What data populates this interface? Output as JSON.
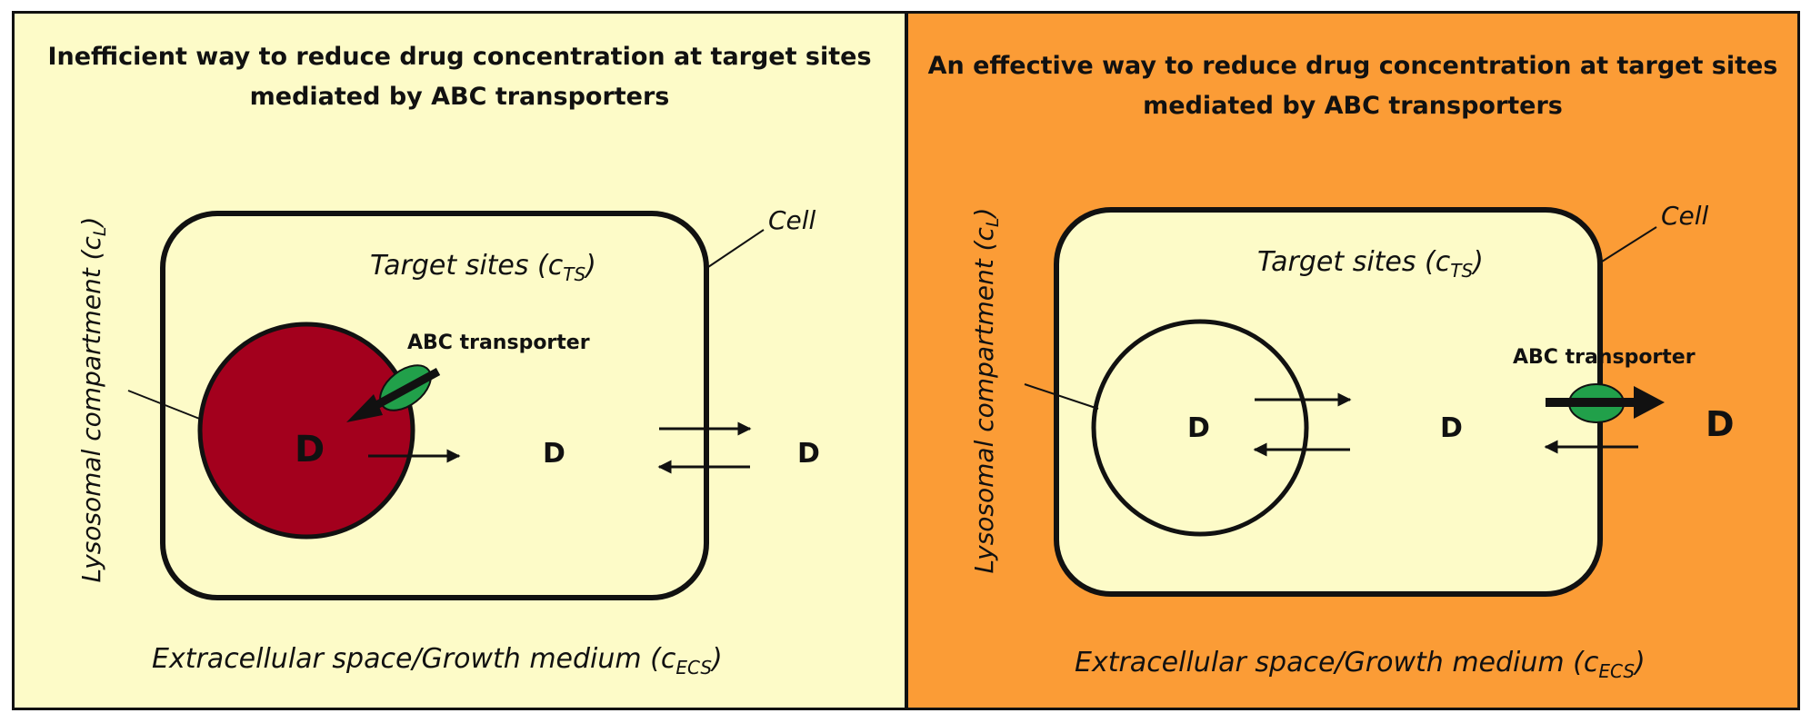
{
  "colors": {
    "left_panel_bg": "#fdfbc8",
    "right_panel_bg": "#fb9c36",
    "cell_fill": "#fdfbc8",
    "lysosome_fill_left": "#a3001d",
    "lysosome_fill_right": "#fdfbc8",
    "transporter_fill": "#21a04a",
    "outline": "#111111"
  },
  "panels": {
    "left": {
      "title_line1": "Inefficient way to reduce drug concentration at target sites",
      "title_line2": "mediated by ABC transporters",
      "cell_label": "Cell",
      "target_sites_label": "Target sites (c",
      "target_sites_sub": "TS",
      "target_sites_close": ")",
      "lysosomal_label": "Lysosomal compartment (c",
      "lysosomal_sub": "L",
      "lysosomal_close": ")",
      "transporter_label": "ABC transporter",
      "drug_lysosome": "D",
      "drug_cytosol": "D",
      "drug_extracellular": "D",
      "extracellular_label": "Extracellular space/Growth medium (c",
      "extracellular_sub": "ECS",
      "extracellular_close": ")"
    },
    "right": {
      "title_line1": "An effective way to reduce drug concentration at target sites",
      "title_line2": "mediated by ABC transporters",
      "cell_label": "Cell",
      "target_sites_label": "Target sites (c",
      "target_sites_sub": "TS",
      "target_sites_close": ")",
      "lysosomal_label": "Lysosomal compartment (c",
      "lysosomal_sub": "L",
      "lysosomal_close": ")",
      "transporter_label": "ABC transporter",
      "drug_lysosome": "D",
      "drug_cytosol": "D",
      "drug_extracellular": "D",
      "extracellular_label": "Extracellular space/Growth medium (c",
      "extracellular_sub": "ECS",
      "extracellular_close": ")"
    }
  }
}
